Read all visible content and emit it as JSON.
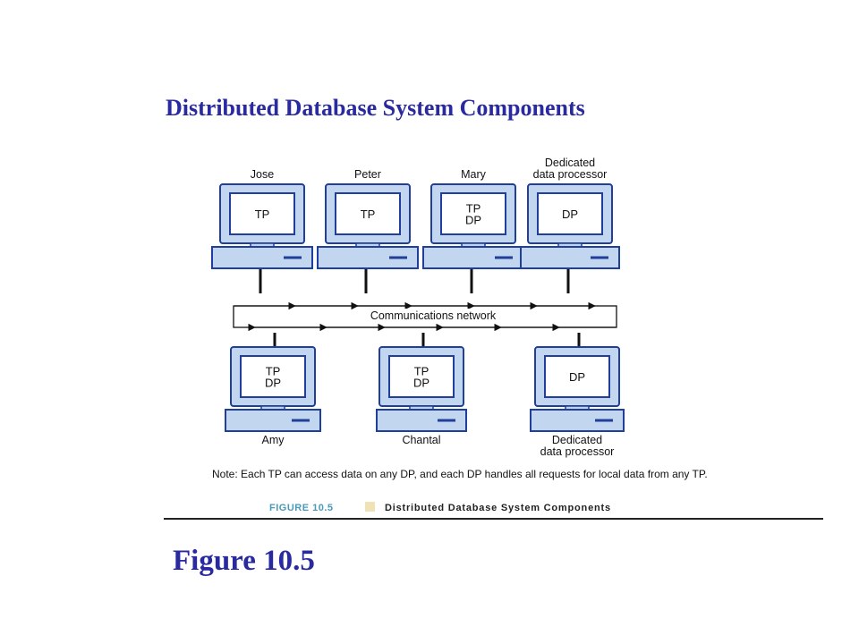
{
  "slide_title": "Distributed Database System Components",
  "figure_label": "Figure 10.5",
  "network": {
    "label": "Communications network"
  },
  "top_nodes": [
    {
      "label_lines": [
        "Jose"
      ],
      "screen_lines": [
        "TP"
      ]
    },
    {
      "label_lines": [
        "Peter"
      ],
      "screen_lines": [
        "TP"
      ]
    },
    {
      "label_lines": [
        "Mary"
      ],
      "screen_lines": [
        "TP",
        "DP"
      ]
    },
    {
      "label_lines": [
        "Dedicated",
        "data processor"
      ],
      "screen_lines": [
        "DP"
      ]
    }
  ],
  "bottom_nodes": [
    {
      "label_lines": [
        "Amy"
      ],
      "screen_lines": [
        "TP",
        "DP"
      ]
    },
    {
      "label_lines": [
        "Chantal"
      ],
      "screen_lines": [
        "TP",
        "DP"
      ]
    },
    {
      "label_lines": [
        "Dedicated",
        "data processor"
      ],
      "screen_lines": [
        "DP"
      ]
    }
  ],
  "note": "Note:  Each TP can access data on any DP, and each DP handles all requests for local data from any TP.",
  "caption": {
    "number": "FIGURE 10.5",
    "title": "Distributed Database System Components"
  },
  "colors": {
    "title_text": "#2a2aa0",
    "computer_fill": "#c3d6ef",
    "computer_outline": "#1f3f9a",
    "caption_number": "#4a9aba",
    "caption_swatch": "#efe3b5"
  }
}
